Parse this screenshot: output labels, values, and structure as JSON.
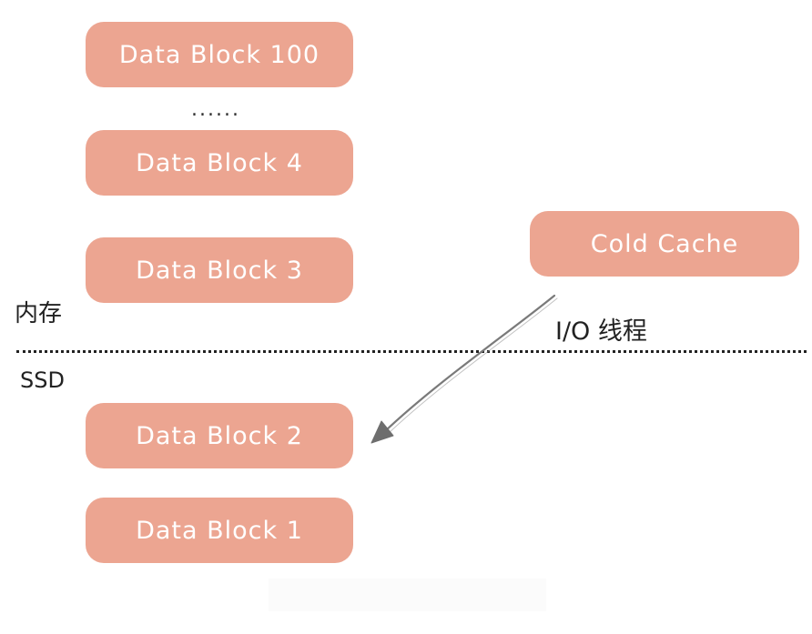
{
  "blocks": {
    "block_100": "Data Block 100",
    "ellipsis": "......",
    "block_4": "Data Block 4",
    "block_3": "Data Block 3",
    "block_2": "Data Block 2",
    "block_1": "Data Block 1",
    "cold_cache": "Cold Cache"
  },
  "labels": {
    "memory": "内存",
    "ssd": "SSD",
    "io_thread": "I/O 线程"
  },
  "colors": {
    "block_fill": "#eca591",
    "block_text": "#ffffff",
    "arrow": "#7a7a7a",
    "divider": "#222222"
  }
}
